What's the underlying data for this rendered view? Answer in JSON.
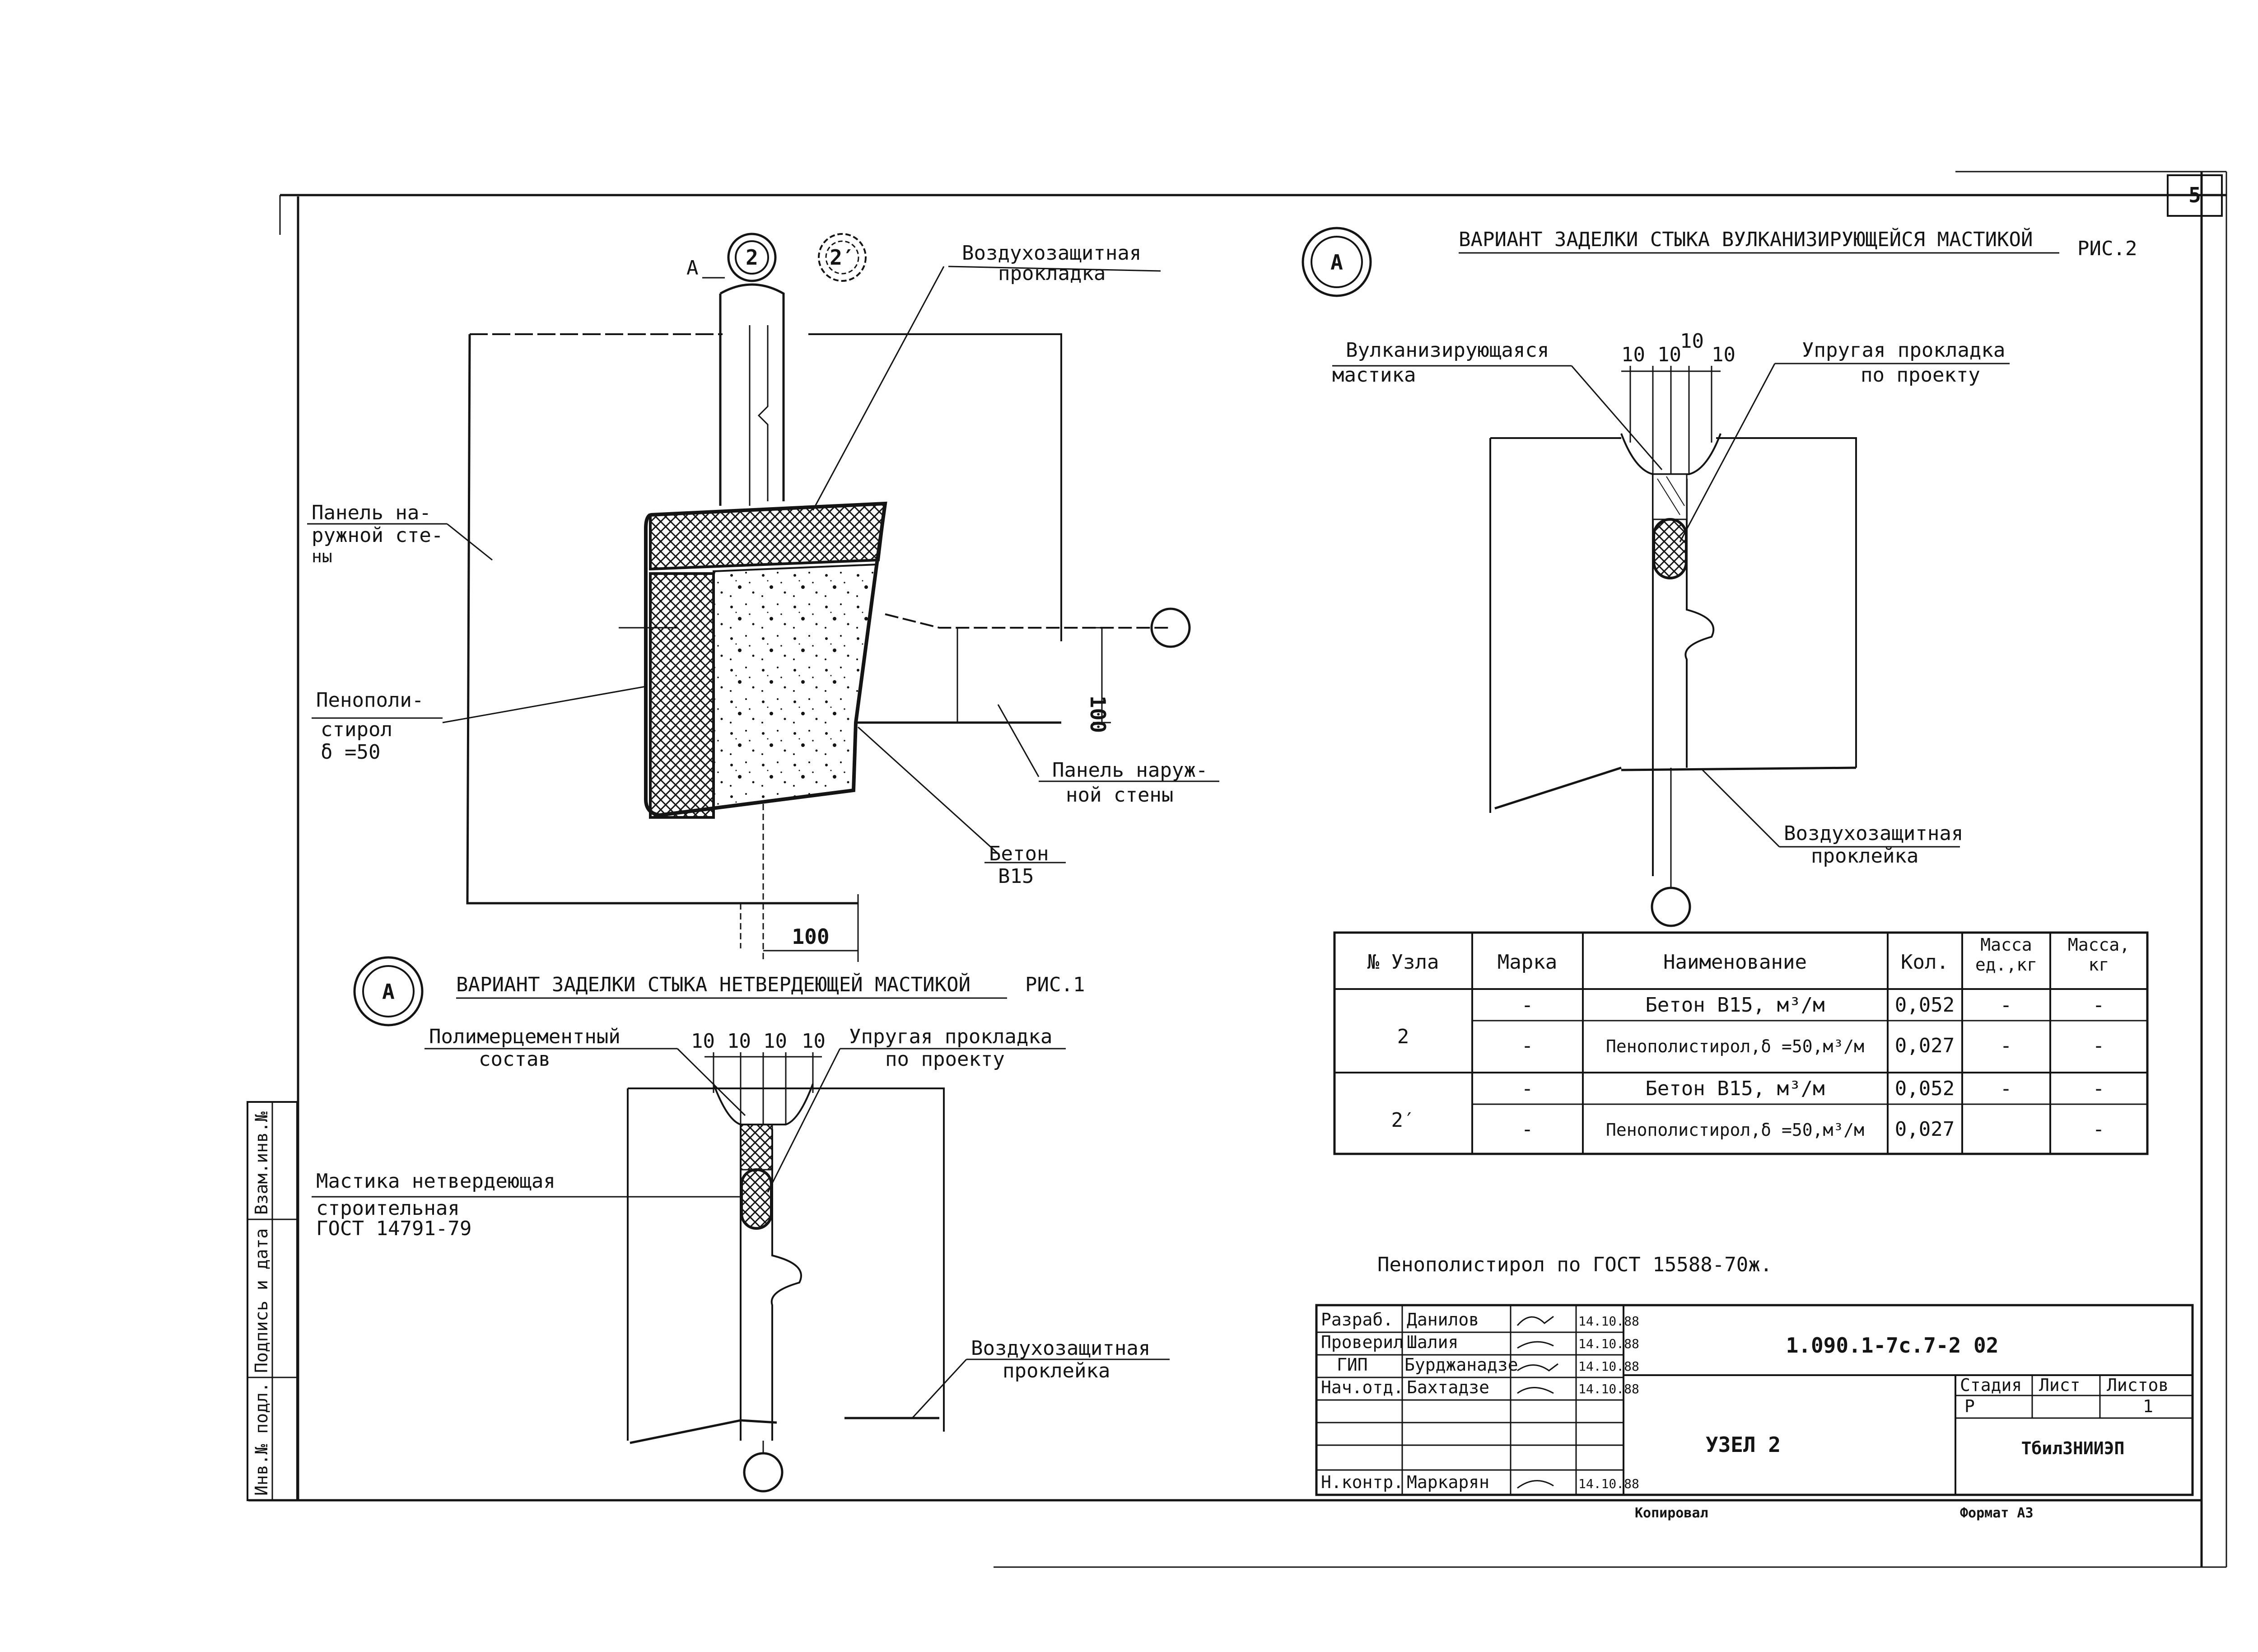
{
  "sheet": {
    "page_number": "5",
    "footer_left": "Копировал",
    "footer_right": "Формат А3"
  },
  "main_detail": {
    "ref_a": "А",
    "node_2": "2",
    "node_2p": "2′",
    "air_protective_1": "Воздухозащитная",
    "air_protective_2": "прокладка",
    "panel_left_1": "Панель на-",
    "panel_left_2": "ружной сте-",
    "panel_left_3": "ны",
    "foam_1": "Пенополи-",
    "foam_2": "стирол",
    "foam_3": "δ =50",
    "panel_right_1": "Панель наруж-",
    "panel_right_2": "ной стены",
    "concrete_1": "Бетон",
    "concrete_2": "В15",
    "dim_100_v": "100",
    "dim_100_h": "100"
  },
  "fig1": {
    "ref": "А",
    "title": "ВАРИАНТ ЗАДЕЛКИ СТЫКА НЕТВЕРДЕЮЩЕЙ МАСТИКОЙ",
    "fig_label": "РИС.1",
    "polymer_1": "Полимерцементный",
    "polymer_2": "состав",
    "dims": [
      "10",
      "10",
      "10",
      "10"
    ],
    "elastic_1": "Упругая прокладка",
    "elastic_2": "по проекту",
    "mastic_1": "Мастика нетвердеющая",
    "mastic_2": "строительная",
    "mastic_3": "ГОСТ 14791-79",
    "air_1": "Воздухозащитная",
    "air_2": "проклейка"
  },
  "fig2": {
    "ref": "А",
    "title": "ВАРИАНТ ЗАДЕЛКИ СТЫКА ВУЛКАНИЗИРУЮЩЕЙСЯ МАСТИКОЙ",
    "fig_label": "РИС.2",
    "vulc_1": "Вулканизирующаяся",
    "vulc_2": "мастика",
    "dims": [
      "10",
      "10",
      "10",
      "10"
    ],
    "elastic_1": "Упругая прокладка",
    "elastic_2": "по проекту",
    "air_1": "Воздухозащитная",
    "air_2": "проклейка"
  },
  "spec_table": {
    "headers": [
      "№ Узла",
      "Марка",
      "Наименование",
      "Кол.",
      "Масса ед.,кг",
      "Масса, кг"
    ],
    "rows": [
      {
        "node": "2",
        "mark": "-",
        "name": "Бетон В15, м³/м",
        "qty": "0,052",
        "unit_mass": "-",
        "mass": "-"
      },
      {
        "node": "",
        "mark": "-",
        "name": "Пенополистирол,δ =50,м³/м",
        "qty": "0,027",
        "unit_mass": "-",
        "mass": "-"
      },
      {
        "node": "2′",
        "mark": "-",
        "name": "Бетон В15, м³/м",
        "qty": "0,052",
        "unit_mass": "-",
        "mass": "-"
      },
      {
        "node": "",
        "mark": "-",
        "name": "Пенополистирол,δ =50,м³/м",
        "qty": "0,027",
        "unit_mass": "",
        "mass": "-"
      }
    ]
  },
  "note": "Пенополистирол по ГОСТ 15588-70ж.",
  "title_block": {
    "roles": [
      "Разраб.",
      "Проверил",
      "ГИП",
      "Нач.отд.",
      "",
      "",
      "Н.контр."
    ],
    "names": [
      "Данилов",
      "Шалия",
      "Бурджанадзе",
      "Бахтадзе",
      "",
      "",
      "Маркарян"
    ],
    "dates": [
      "14.10.88",
      "14.10.88",
      "14.10.88",
      "14.10.88",
      "",
      "",
      "14.10.88"
    ],
    "doc_code": "1.090.1-7с.7-2 02",
    "stage_header": "Стадия",
    "sheet_header": "Лист",
    "sheets_header": "Листов",
    "stage_value": "Р",
    "sheets_value": "1",
    "drawing_title": "УЗЕЛ 2",
    "org": "ТбилЗНИИЭП"
  }
}
